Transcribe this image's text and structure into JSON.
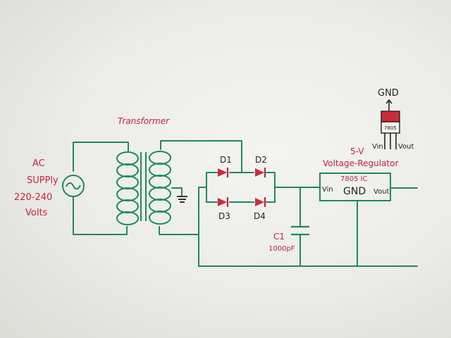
{
  "labels": {
    "transformer": "Transformer",
    "supply_line1": "AC",
    "supply_line2": "SUPPly",
    "supply_line3": "220-240",
    "supply_line4": "Volts",
    "d1": "D1",
    "d2": "D2",
    "d3": "D3",
    "d4": "D4",
    "c1": "C1",
    "c1_value": "1000pF",
    "ic_name": "7805 IC",
    "ic_vin": "Vin",
    "ic_gnd": "GND",
    "ic_vout": "Vout",
    "regulator_line1": "5-V",
    "regulator_line2": "Voltage-Regulator",
    "pin_gnd": "GND",
    "pin_vin": "Vin",
    "pin_vout": "Vout",
    "package_mark": "7805"
  },
  "colors": {
    "wire": "#1f8a5a",
    "label_red": "#c8243f",
    "label_black": "#232323",
    "diode_red": "#d02a3c",
    "package_red": "#cc2b3a",
    "paper": "#ebebe7"
  }
}
